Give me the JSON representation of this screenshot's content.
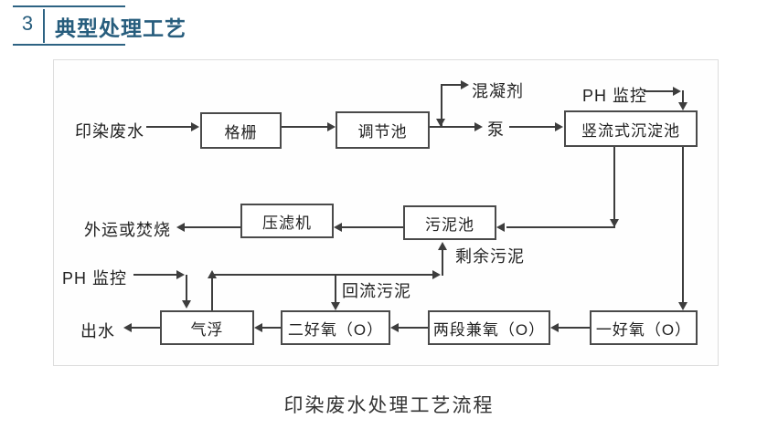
{
  "header": {
    "number": "3",
    "title": "典型处理工艺"
  },
  "diagram": {
    "nodes": {
      "grille": "格栅",
      "regulating_tank": "调节池",
      "vertical_flow_sedimentation_tank": "竖流式沉淀池",
      "filter_press": "压滤机",
      "sludge_tank": "污泥池",
      "air_flotation": "气浮",
      "secondary_aerobic": "二好氧（O）",
      "two_stage_facultative": "两段兼氧（O）",
      "primary_aerobic": "一好氧（O）"
    },
    "labels": {
      "influent": "印染废水",
      "coagulant": "混凝剂",
      "pump": "泵",
      "ph_monitor_top": "PH 监控",
      "offsite_or_incineration": "外运或焚烧",
      "excess_sludge": "剩余污泥",
      "ph_monitor_bottom": "PH 监控",
      "return_sludge": "回流污泥",
      "effluent": "出水"
    }
  },
  "caption": "印染废水处理工艺流程",
  "colors": {
    "accent": "#275d7d",
    "line": "#3d3d3d",
    "box_border": "#4a4a4a",
    "frame_border": "#dddddd",
    "text": "#222222"
  }
}
